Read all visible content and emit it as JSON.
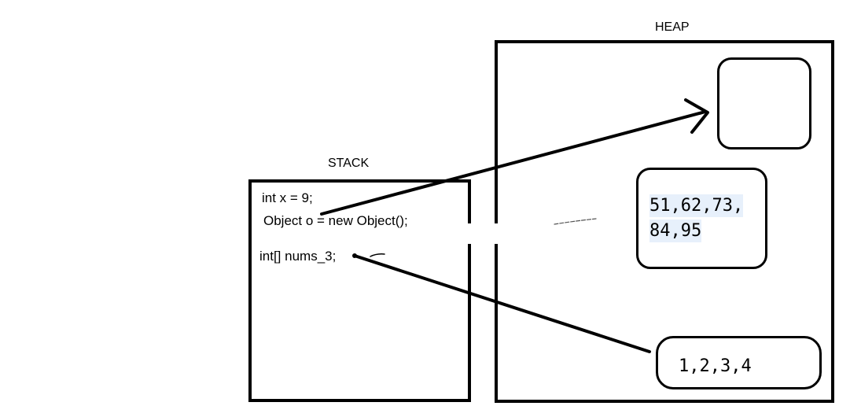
{
  "heap": {
    "title": "HEAP",
    "array_values_1": "51,62,73,",
    "array_values_2": "84,95",
    "array_values_small": "1,2,3,4"
  },
  "stack": {
    "title": "STACK",
    "line_1": "int x = 9;",
    "line_2": "Object o = new Object();",
    "line_3": "int[] nums_3;"
  },
  "colors": {
    "stroke": "#000000",
    "highlight": "#e7f0fb",
    "background": "#ffffff"
  }
}
